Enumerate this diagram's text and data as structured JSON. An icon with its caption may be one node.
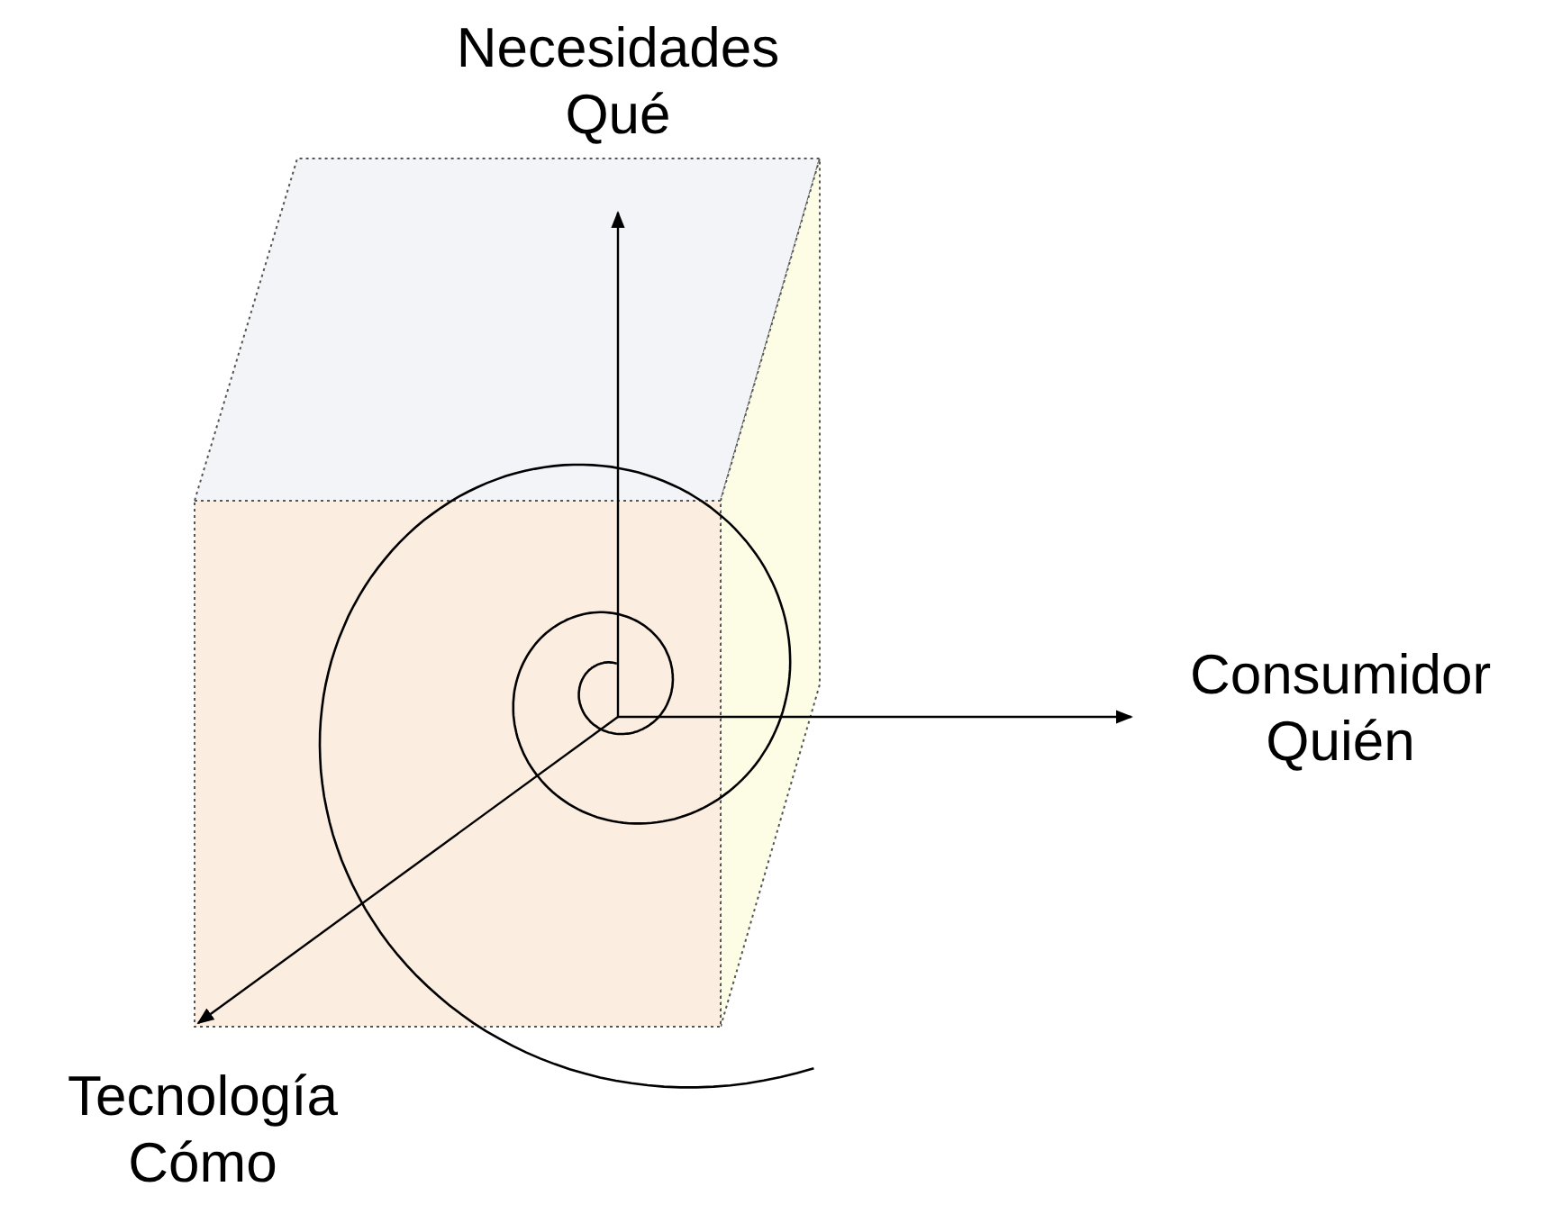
{
  "diagram": {
    "nodes": [
      {
        "text": [
          "Necesidades",
          "Qué"
        ]
      },
      {
        "text": [
          "Consumidor",
          "Quién"
        ]
      },
      {
        "text": [
          "Tecnología",
          "Cómo"
        ]
      }
    ],
    "edges": [
      {
        "from": null,
        "to": 0,
        "arrow": "to"
      },
      {
        "from": null,
        "to": 1,
        "arrow": "to"
      },
      {
        "from": null,
        "to": 2,
        "arrow": "to"
      }
    ]
  }
}
